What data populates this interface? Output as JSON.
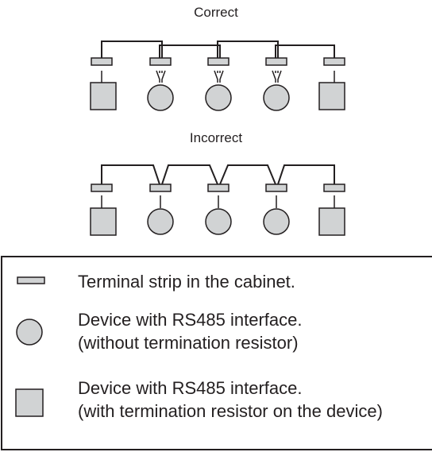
{
  "diagrams": {
    "correct_title": "Correct",
    "incorrect_title": "Incorrect"
  },
  "devices": [
    "square",
    "circle",
    "circle",
    "circle",
    "square"
  ],
  "legend": {
    "terminal_strip": "Terminal strip in the cabinet.",
    "device_without_resistor": {
      "line1": "Device with RS485 interface.",
      "line2": "(without termination resistor)"
    },
    "device_with_resistor": {
      "line1": "Device with RS485 interface.",
      "line2": "(with termination resistor on the device)"
    }
  },
  "colors": {
    "line": "#231f20",
    "fill": "#d1d3d4"
  }
}
